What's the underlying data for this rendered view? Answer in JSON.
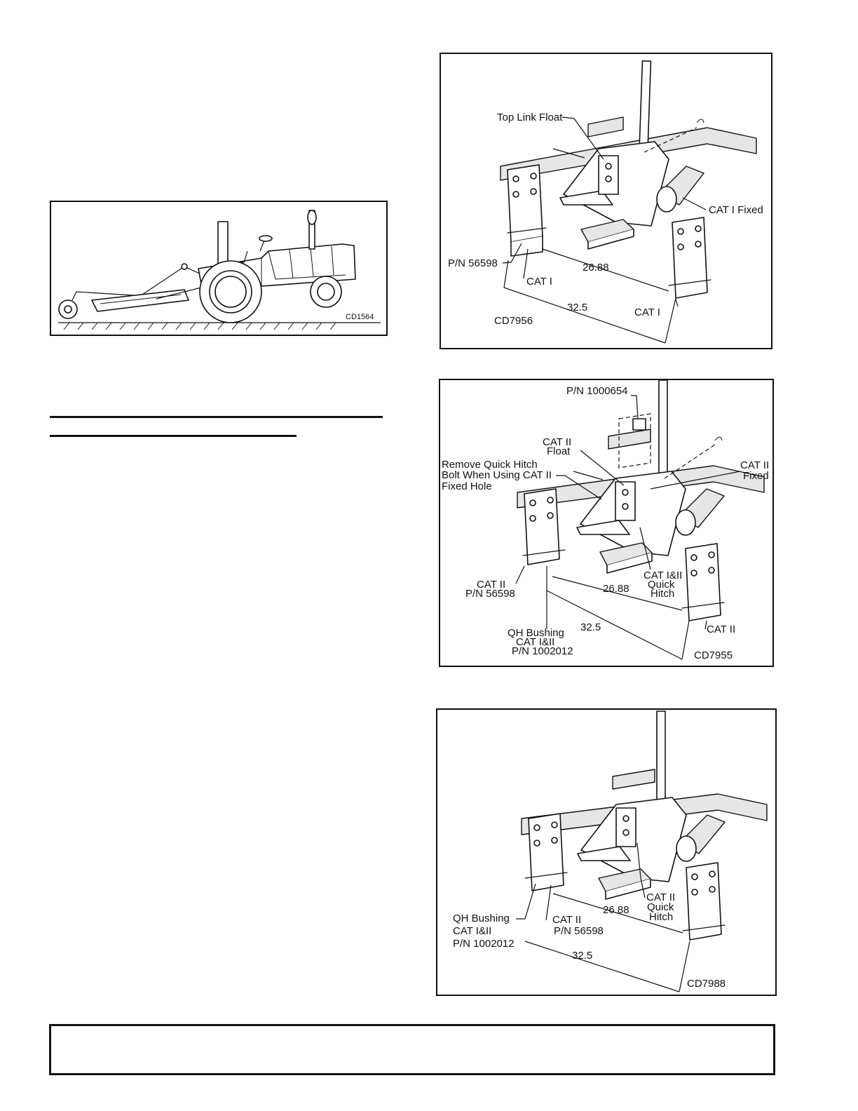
{
  "tractor_figure": {
    "code": "CD1564"
  },
  "figure_cat1": {
    "code": "CD7956",
    "labels": {
      "top_link_float": "Top Link Float",
      "cat1_fixed": "CAT I Fixed",
      "part_number": "P/N 56598",
      "cat1_left": "CAT I",
      "cat1_right": "CAT I",
      "inner_width": "26.88",
      "outer_width": "32.5"
    }
  },
  "figure_cat2": {
    "code": "CD7955",
    "labels": {
      "part_top": "P/N 1000654",
      "cat2_float_1": "CAT II",
      "cat2_float_2": "Float",
      "remove_1": "Remove Quick Hitch",
      "remove_2": "Bolt When Using CAT II",
      "remove_3": "Fixed Hole",
      "cat2_fixed_1": "CAT II",
      "cat2_fixed_2": "Fixed",
      "quick_hitch_1": "CAT I&II",
      "quick_hitch_2": "Quick",
      "quick_hitch_3": "Hitch",
      "cat2_left": "CAT II",
      "part_number": "P/N 56598",
      "inner_width": "26.88",
      "outer_width": "32.5",
      "bushing_1": "QH Bushing",
      "bushing_2": "CAT I&II",
      "bushing_3": "P/N 1002012",
      "cat2_right": "CAT II"
    }
  },
  "figure_cat2_qh": {
    "code": "CD7988",
    "labels": {
      "bushing_1": "QH Bushing",
      "bushing_2": "CAT I&II",
      "bushing_3": "P/N 1002012",
      "cat2_1": "CAT II",
      "part_number": "P/N 56598",
      "inner_width": "26.88",
      "quick_hitch_1": "CAT II",
      "quick_hitch_2": "Quick",
      "quick_hitch_3": "Hitch",
      "outer_width": "32.5"
    }
  }
}
